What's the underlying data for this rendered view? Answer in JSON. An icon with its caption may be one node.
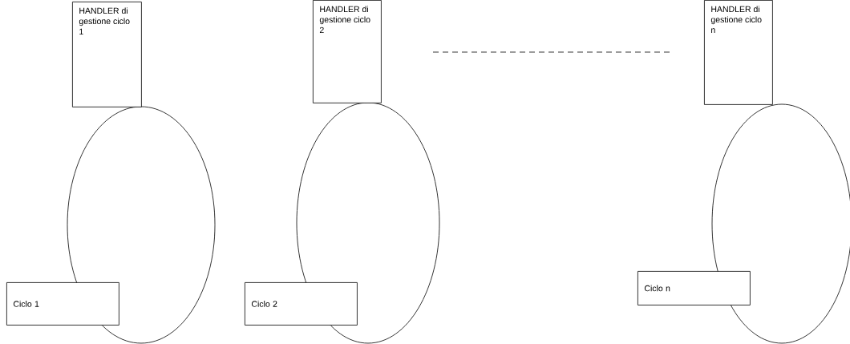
{
  "diagram": {
    "nodes": [
      {
        "text": [
          "HANDLER di gestione ciclo 1"
        ]
      },
      {
        "text": [],
        "shape": "ellipse"
      },
      {
        "text": [
          "Ciclo 1"
        ]
      },
      {
        "text": [
          "HANDLER di gestione ciclo 2"
        ]
      },
      {
        "text": [],
        "shape": "ellipse"
      },
      {
        "text": [
          "Ciclo 2"
        ]
      },
      {
        "text": [
          "HANDLER di gestione ciclo n"
        ]
      },
      {
        "text": [],
        "shape": "ellipse"
      },
      {
        "text": [
          "Ciclo n"
        ]
      }
    ]
  }
}
